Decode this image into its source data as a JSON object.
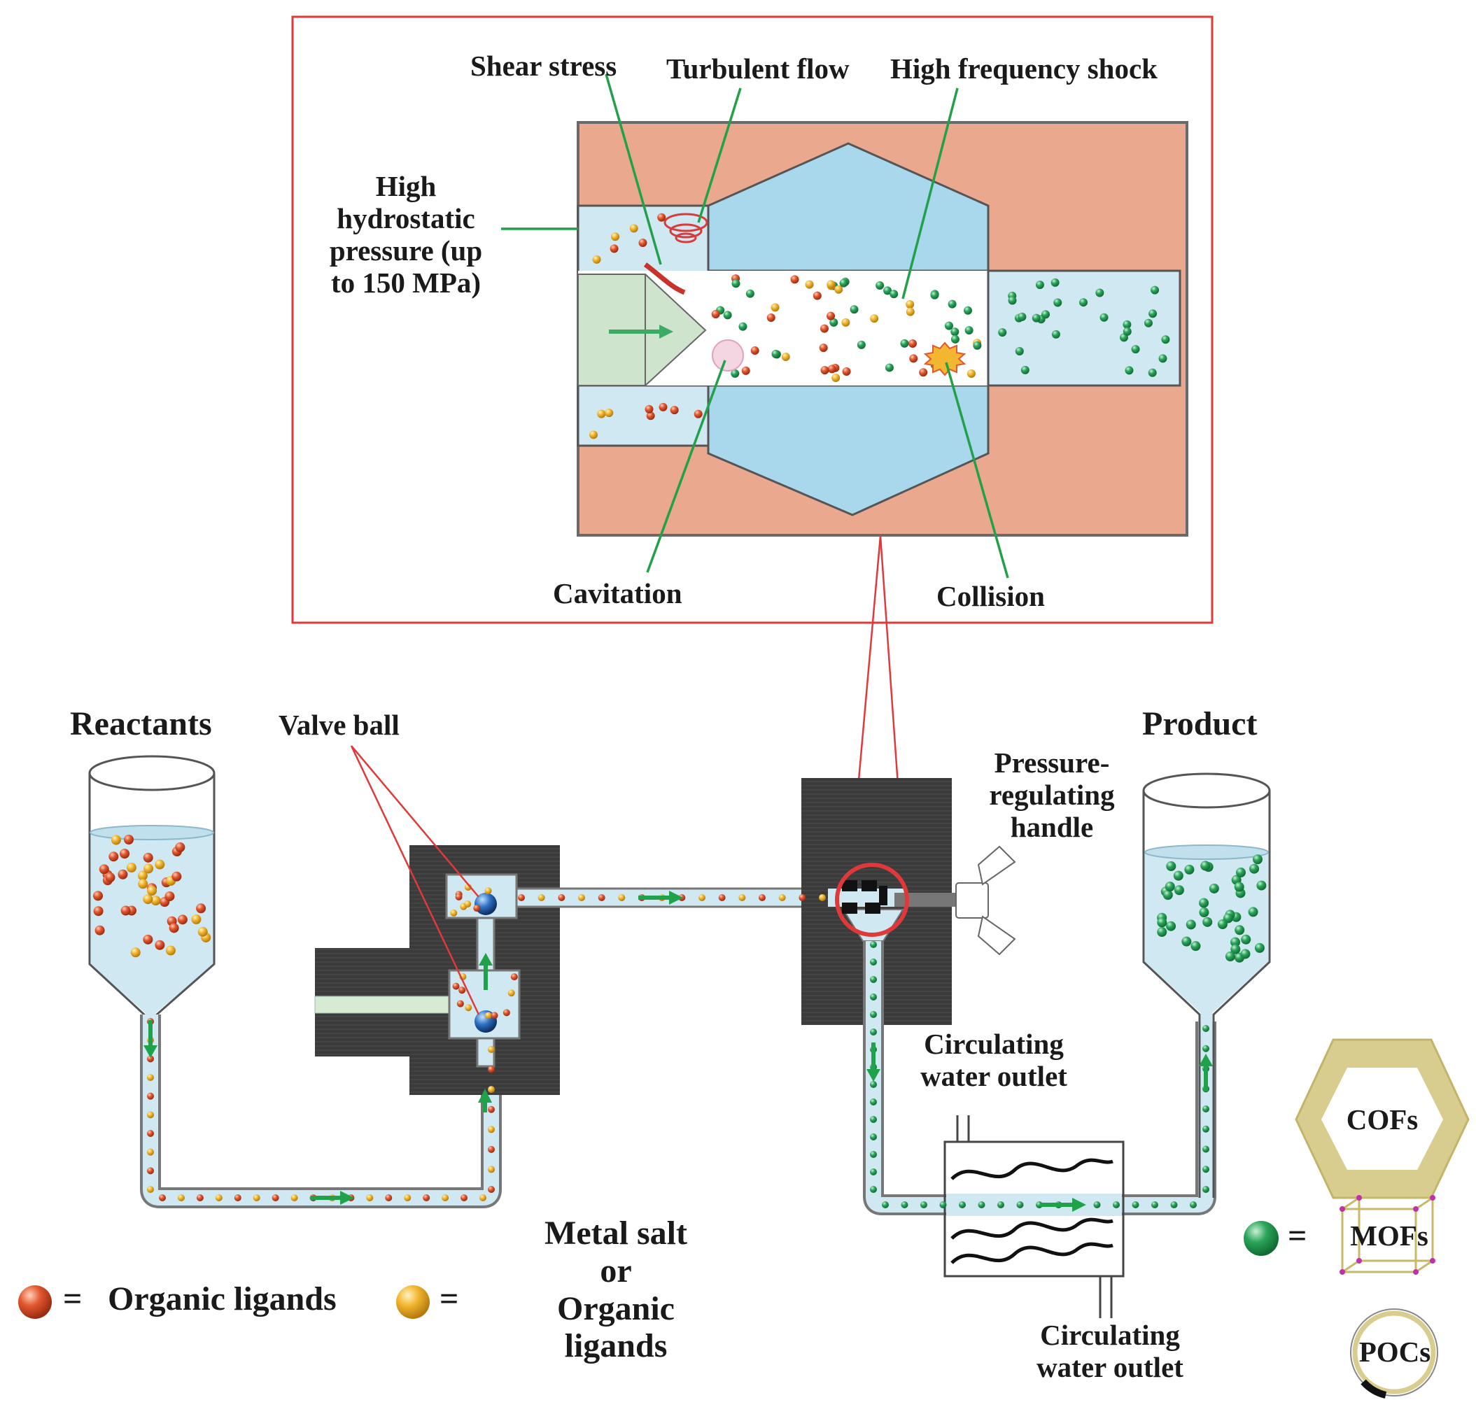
{
  "inset": {
    "shear_stress": "Shear stress",
    "turbulent_flow": "Turbulent flow",
    "high_frequency_shock": "High frequency shock",
    "high_hydrostatic_pressure": [
      "High",
      "hydrostatic",
      "pressure (up",
      "to 150 MPa)"
    ],
    "cavitation": "Cavitation",
    "collision": "Collision"
  },
  "process": {
    "reactants": "Reactants",
    "valve_ball": "Valve ball",
    "product": "Product",
    "pressure_regulating_handle": [
      "Pressure-",
      "regulating",
      "handle"
    ],
    "circulating_water_outlet_top": [
      "Circulating",
      "water outlet"
    ],
    "circulating_water_outlet_bottom": [
      "Circulating",
      "water outlet"
    ]
  },
  "legend": {
    "equals": "=",
    "organic_ligands": "Organic ligands",
    "metal_salt_or_ligands": [
      "Metal salt",
      "or",
      "Organic",
      "ligands"
    ],
    "cofs": "COFs",
    "mofs": "MOFs",
    "pocs": "POCs"
  },
  "colors": {
    "red_particle": "#e2572f",
    "yellow_particle": "#f2b630",
    "green_particle": "#2aa55a",
    "water": "#cfe8f2",
    "salmon_block": "#eaa88f",
    "blue_block": "#a9d8ec",
    "dark_block": "#3c3c3c",
    "callout_line": "#22a04a",
    "inset_border": "#e0393a"
  }
}
